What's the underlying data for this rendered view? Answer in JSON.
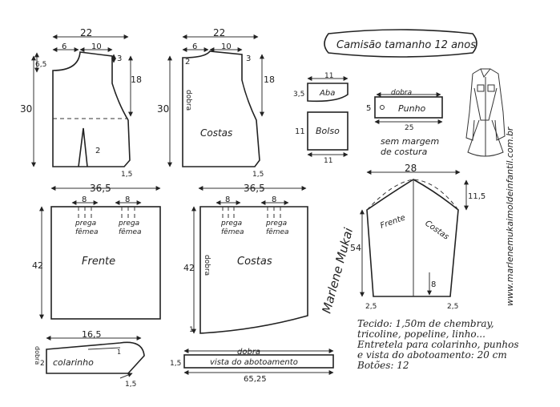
{
  "title": "Camisão tamanho 12 anos",
  "front_bodice": {
    "width": "22",
    "top_a": "6",
    "top_b": "10",
    "side_top": "3",
    "left_top": "6,5",
    "armhole": "18",
    "height": "30",
    "dart": "2",
    "hem_ext": "1,5"
  },
  "back_bodice": {
    "width": "22",
    "top_a": "6",
    "top_b": "10",
    "side_top": "3",
    "left_top": "2",
    "fold": "dobra",
    "armhole": "18",
    "height": "30",
    "name": "Costas",
    "hem_ext": "1,5"
  },
  "aba": {
    "width": "11",
    "height": "3,5",
    "name": "Aba"
  },
  "bolso": {
    "width": "11",
    "height": "11",
    "name": "Bolso"
  },
  "punho": {
    "fold": "dobra",
    "height": "5",
    "name": "Punho",
    "width": "25"
  },
  "seam_note": [
    "sem margem",
    "de costura"
  ],
  "skirt_front": {
    "width": "36,5",
    "pleat_a": "8",
    "pleat_b": "8",
    "pleat_label": [
      "prega",
      "fêmea"
    ],
    "height": "42",
    "name": "Frente"
  },
  "skirt_back": {
    "width": "36,5",
    "pleat_a": "8",
    "pleat_b": "8",
    "pleat_label": [
      "prega",
      "fêmea"
    ],
    "fold": "dobra",
    "height": "42",
    "name": "Costas",
    "hem_ext": "1"
  },
  "sleeve": {
    "width": "28",
    "cap": "11,5",
    "height": "54",
    "front": "Frente",
    "back": "Costas",
    "slit": "8",
    "hem_left": "2,5",
    "hem_right": "2,5"
  },
  "colarinho": {
    "width": "16,5",
    "fold": "dobra",
    "height": "2",
    "name": "colarinho",
    "small": "1",
    "ext": "1,5"
  },
  "vista": {
    "fold": "dobra",
    "name": "vista do abotoamento",
    "height": "1,5",
    "width": "65,25"
  },
  "signature": "Marlene Mukai",
  "website": "www.marlenemukaimoldeinfantil.com.br",
  "notes": [
    "Tecido: 1,50m de chembray,",
    "tricoline, popeline, linho...",
    "Entretela para colarinho, punhos",
    "e vista do abotoamento: 20 cm",
    "Botões: 12"
  ]
}
